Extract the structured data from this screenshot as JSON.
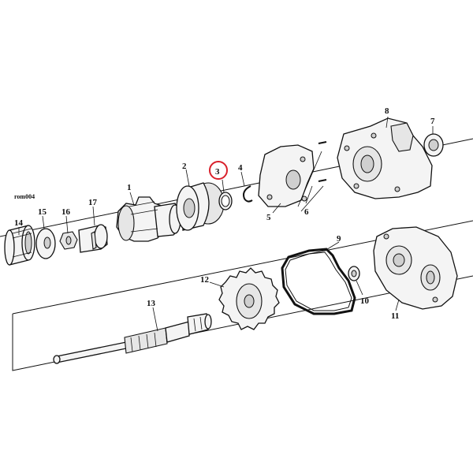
{
  "diagram": {
    "code": "rom004",
    "highlight_color": "#d9202b",
    "highlighted_part": "3",
    "parts": [
      {
        "num": "1"
      },
      {
        "num": "2"
      },
      {
        "num": "3"
      },
      {
        "num": "4"
      },
      {
        "num": "5"
      },
      {
        "num": "6"
      },
      {
        "num": "7"
      },
      {
        "num": "8"
      },
      {
        "num": "9"
      },
      {
        "num": "10"
      },
      {
        "num": "11"
      },
      {
        "num": "12"
      },
      {
        "num": "13"
      },
      {
        "num": "14"
      },
      {
        "num": "15"
      },
      {
        "num": "16"
      },
      {
        "num": "17"
      }
    ]
  }
}
